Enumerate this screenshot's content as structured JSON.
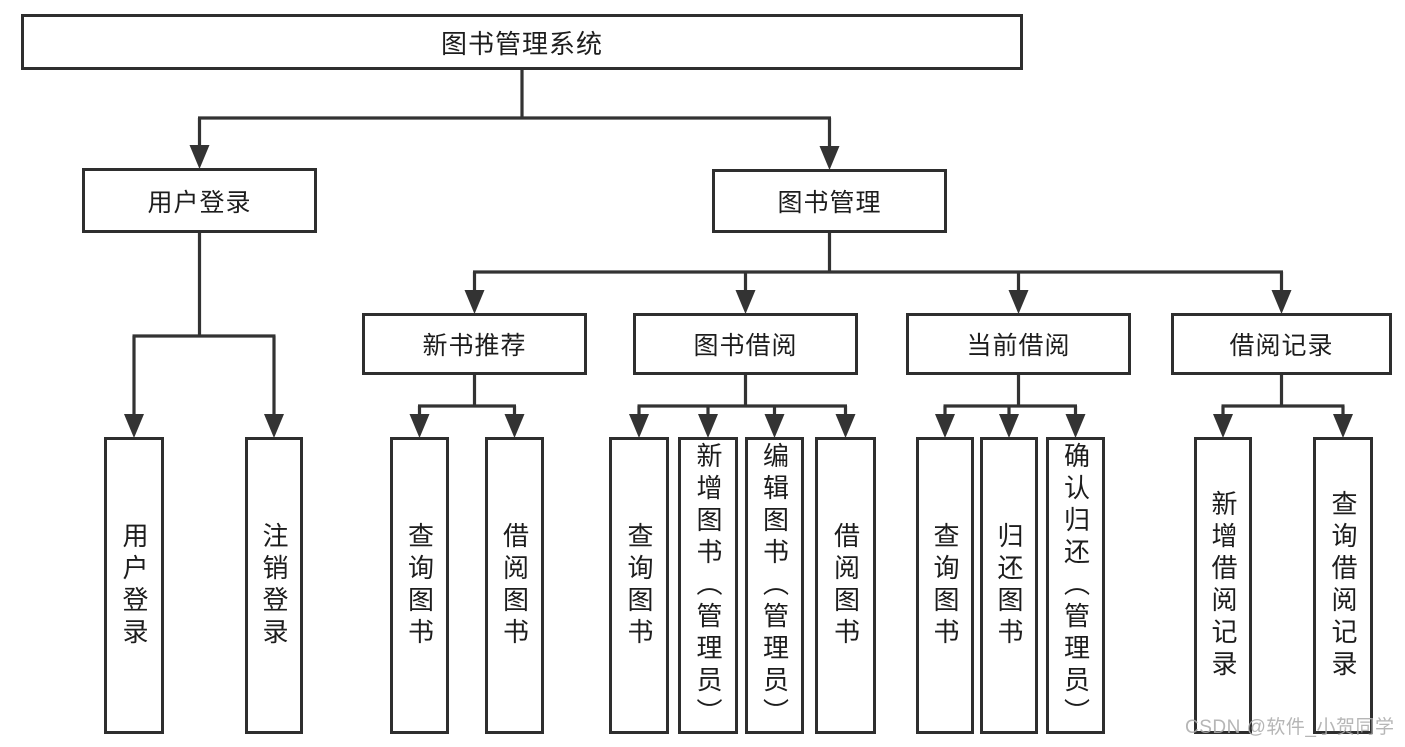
{
  "watermark": {
    "text": "CSDN @软件_小贺同学",
    "color": "#acacac"
  },
  "colors": {
    "line": "#333333",
    "box_border": "#2e2e2e",
    "text": "#1d1d1d",
    "background": "#ffffff"
  },
  "tree": {
    "label": "图书管理系统",
    "children": [
      {
        "label": "用户登录",
        "children": [
          {
            "label": "用户登录"
          },
          {
            "label": "注销登录"
          }
        ]
      },
      {
        "label": "图书管理",
        "children": [
          {
            "label": "新书推荐",
            "children": [
              {
                "label": "查询图书"
              },
              {
                "label": "借阅图书"
              }
            ]
          },
          {
            "label": "图书借阅",
            "children": [
              {
                "label": "查询图书"
              },
              {
                "label": "新增图书（管理员）"
              },
              {
                "label": "编辑图书（管理员）"
              },
              {
                "label": "借阅图书"
              }
            ]
          },
          {
            "label": "当前借阅",
            "children": [
              {
                "label": "查询图书"
              },
              {
                "label": "归还图书"
              },
              {
                "label": "确认归还（管理员）"
              }
            ]
          },
          {
            "label": "借阅记录",
            "children": [
              {
                "label": "新增借阅记录"
              },
              {
                "label": "查询借阅记录"
              }
            ]
          }
        ]
      }
    ]
  }
}
